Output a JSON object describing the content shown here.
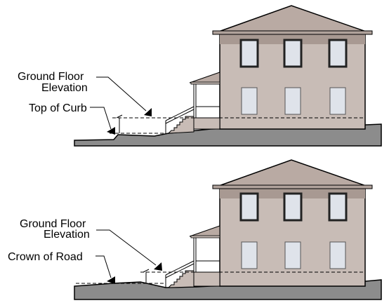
{
  "panels": [
    {
      "id": "top",
      "label_ground_floor_line1": "Ground Floor",
      "label_ground_floor_line2": "Elevation",
      "label_reference": "Top of Curb"
    },
    {
      "id": "bottom",
      "label_ground_floor_line1": "Ground Floor",
      "label_ground_floor_line2": "Elevation",
      "label_reference": "Crown of Road"
    }
  ],
  "colors": {
    "wall": "#c8bcb6",
    "roof": "#b9aaa3",
    "ground": "#8c8c8c",
    "window": "#dfe3ea",
    "window_frame": "#222222"
  }
}
